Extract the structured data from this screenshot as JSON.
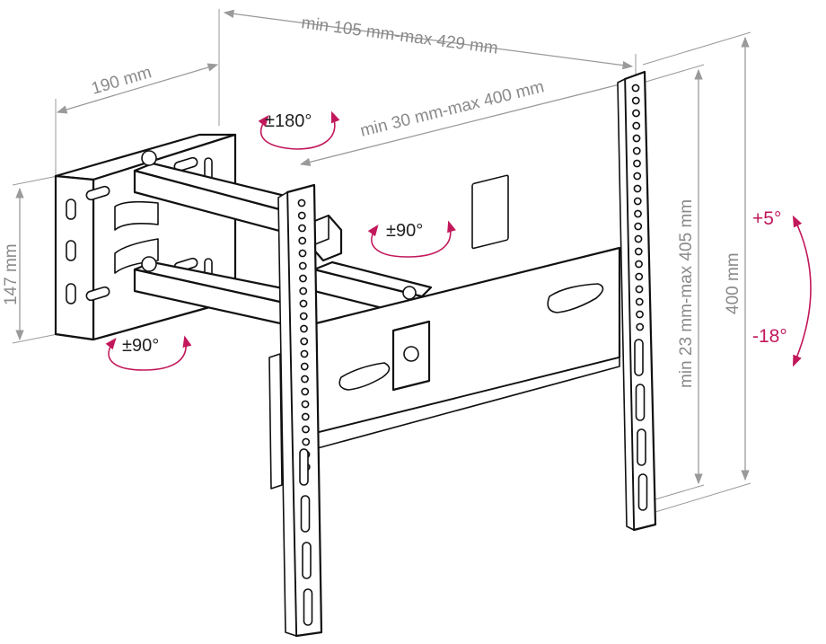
{
  "dimensions": {
    "overall_extension": "min 105 mm-max 429 mm",
    "arm_extension": "min 30 mm-max 400 mm",
    "wall_plate_width": "190 mm",
    "wall_plate_height": "147 mm",
    "vesa_vertical": "min 23 mm-max 405 mm",
    "plate_height": "400 mm"
  },
  "rotations": {
    "top": "±180°",
    "middle": "±90°",
    "bottom": "±90°"
  },
  "tilt": {
    "up": "+5°",
    "down": "-18°"
  },
  "colors": {
    "annotation_accent": "#c2185b",
    "dimension_gray": "#8a8a8a",
    "outline": "#111111"
  }
}
